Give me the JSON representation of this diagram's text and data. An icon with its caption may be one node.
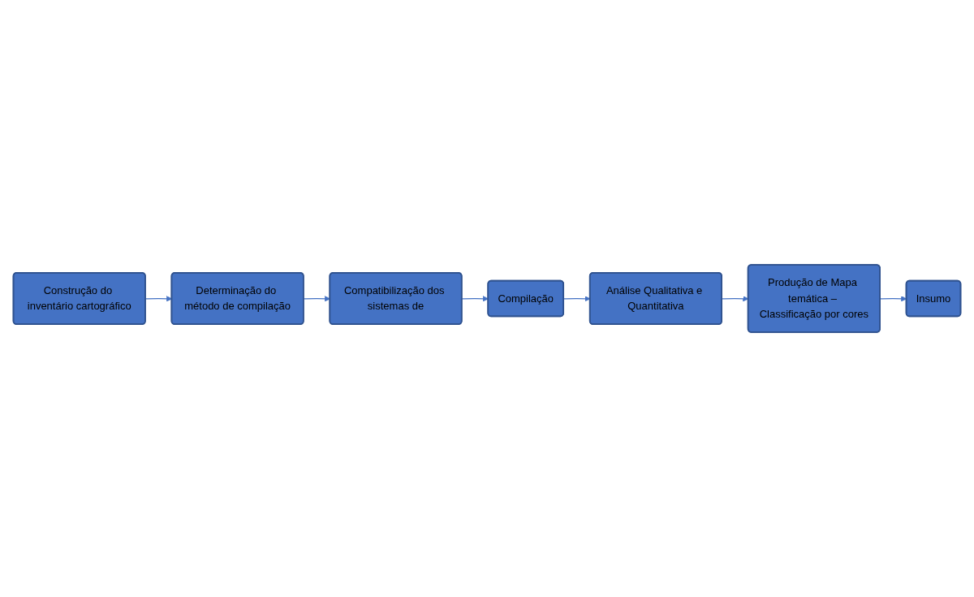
{
  "diagram": {
    "nodes": [
      {
        "text": [
          "Construção do inventário cartográfico"
        ]
      },
      {
        "text": [
          "Determinação do método de compilação"
        ]
      },
      {
        "text": [
          "Compatibilização dos sistemas de"
        ]
      },
      {
        "text": [
          "Compilação"
        ]
      },
      {
        "text": [
          "Análise Qualitativa e Quantitativa"
        ]
      },
      {
        "text": [
          "Produção de Mapa temática – Classificação por cores"
        ]
      },
      {
        "text": [
          "Insumo"
        ]
      }
    ],
    "edges": [
      {
        "from": 0,
        "to": 1,
        "arrow": "to"
      },
      {
        "from": 1,
        "to": 2,
        "arrow": "to"
      },
      {
        "from": 2,
        "to": 3,
        "arrow": "to"
      },
      {
        "from": 3,
        "to": 4,
        "arrow": "to"
      },
      {
        "from": 4,
        "to": 5,
        "arrow": "to"
      },
      {
        "from": 5,
        "to": 6,
        "arrow": "to"
      }
    ]
  }
}
